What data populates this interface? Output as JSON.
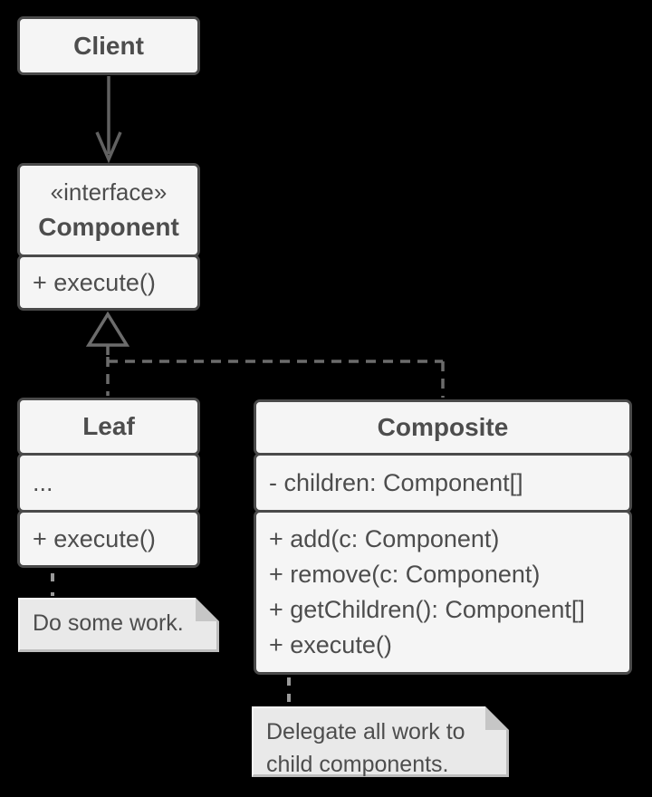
{
  "diagram": {
    "client": {
      "title": "Client"
    },
    "component": {
      "stereotype": "«interface»",
      "title": "Component",
      "methods": [
        "+ execute()"
      ]
    },
    "leaf": {
      "title": "Leaf",
      "attributes": [
        "..."
      ],
      "methods": [
        "+ execute()"
      ]
    },
    "composite": {
      "title": "Composite",
      "attributes": [
        "- children: Component[]"
      ],
      "methods": [
        "+ add(c: Component)",
        "+ remove(c: Component)",
        "+ getChildren(): Component[]",
        "+ execute()"
      ]
    },
    "notes": {
      "leaf_note": "Do some work.",
      "composite_note": "Delegate all work to child components."
    },
    "relationships": {
      "client_to_component": "solid-open-arrow",
      "leaf_to_component": "dashed-realization",
      "composite_to_component": "dashed-realization"
    },
    "colors": {
      "background": "#000000",
      "box_fill": "#f5f5f5",
      "box_border": "#4a4a4a",
      "text": "#4d4d4d",
      "line": "#6c6c6c",
      "note_fill": "#e9e9e9",
      "note_fold": "#c6c6c6"
    }
  }
}
